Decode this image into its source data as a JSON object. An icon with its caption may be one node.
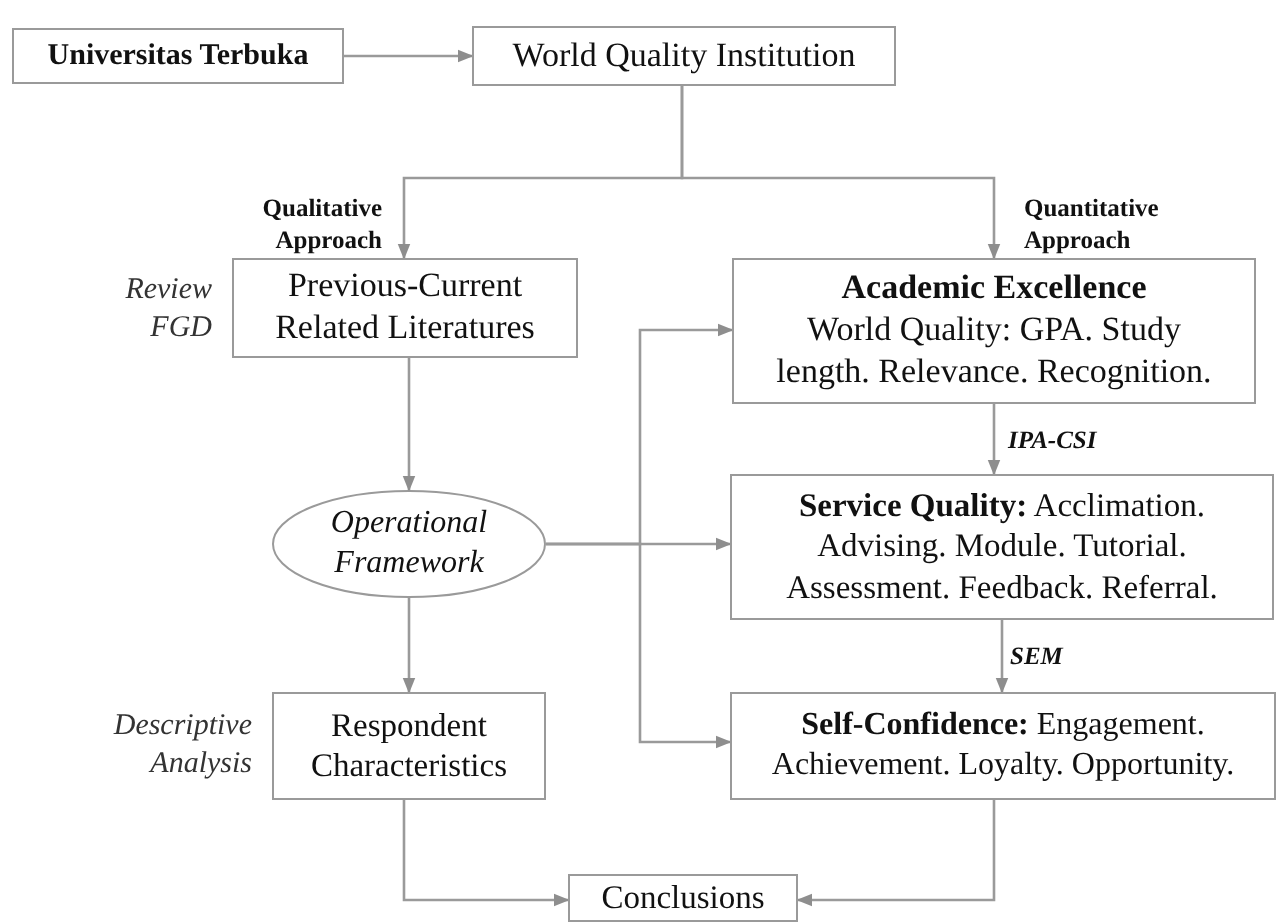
{
  "diagram": {
    "nodes": [
      {
        "text": [
          "Universitas Terbuka"
        ]
      },
      {
        "text": [
          "World Quality Institution"
        ]
      },
      {
        "text": [
          "Previous-Current Related Literatures"
        ],
        "beside": [
          "Review FGD"
        ]
      },
      {
        "text": [
          "Academic Excellence",
          "World Quality: GPA. Study length. Relevance. Recognition."
        ]
      },
      {
        "text": [
          "Operational Framework"
        ]
      },
      {
        "text": [
          "**Service Quality:** Acclimation. Advising. Module. Tutorial. Assessment. Feedback. Referral."
        ]
      },
      {
        "text": [
          "Respondent Characteristics"
        ],
        "beside": [
          "Descriptive Analysis"
        ]
      },
      {
        "text": [
          "**Self-Confidence:** Engagement. Achievement. Loyalty. Opportunity."
        ]
      },
      {
        "text": [
          "Conclusions"
        ]
      }
    ],
    "edges": [
      {
        "from": 0,
        "to": 1,
        "arrow": "to"
      },
      {
        "from": 1,
        "to": 2,
        "arrow": "to",
        "label": "Qualitative Approach"
      },
      {
        "from": 1,
        "to": 3,
        "arrow": "to",
        "label": "Quantitative Approach"
      },
      {
        "from": 2,
        "to": 4,
        "arrow": "to"
      },
      {
        "from": 3,
        "to": 5,
        "arrow": "to",
        "label": "IPA-CSI"
      },
      {
        "from": 5,
        "to": 7,
        "arrow": "to",
        "label": "SEM"
      },
      {
        "from": 4,
        "to": 3,
        "arrow": "to"
      },
      {
        "from": 4,
        "to": 5,
        "arrow": "to"
      },
      {
        "from": 4,
        "to": 7,
        "arrow": "to"
      },
      {
        "from": 4,
        "to": 6,
        "arrow": "to"
      },
      {
        "from": 6,
        "to": 8,
        "arrow": "to"
      },
      {
        "from": 7,
        "to": 8,
        "arrow": "to"
      }
    ]
  }
}
